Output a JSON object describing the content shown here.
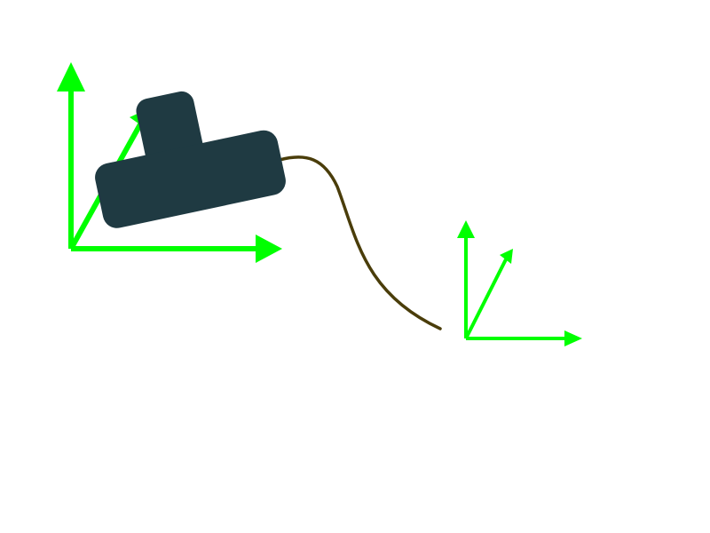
{
  "colors": {
    "background": "#ffffff",
    "axis": "#00ff00",
    "object": "#1f3a42",
    "path": "#4a3d0a"
  },
  "diagram": {
    "elements": [
      {
        "name": "large-coordinate-frame",
        "kind": "3-axis frame"
      },
      {
        "name": "t-shaped-object",
        "kind": "rounded T-shaped body"
      },
      {
        "name": "trajectory-curve",
        "kind": "curved path"
      },
      {
        "name": "small-coordinate-frame",
        "kind": "3-axis frame"
      }
    ]
  }
}
